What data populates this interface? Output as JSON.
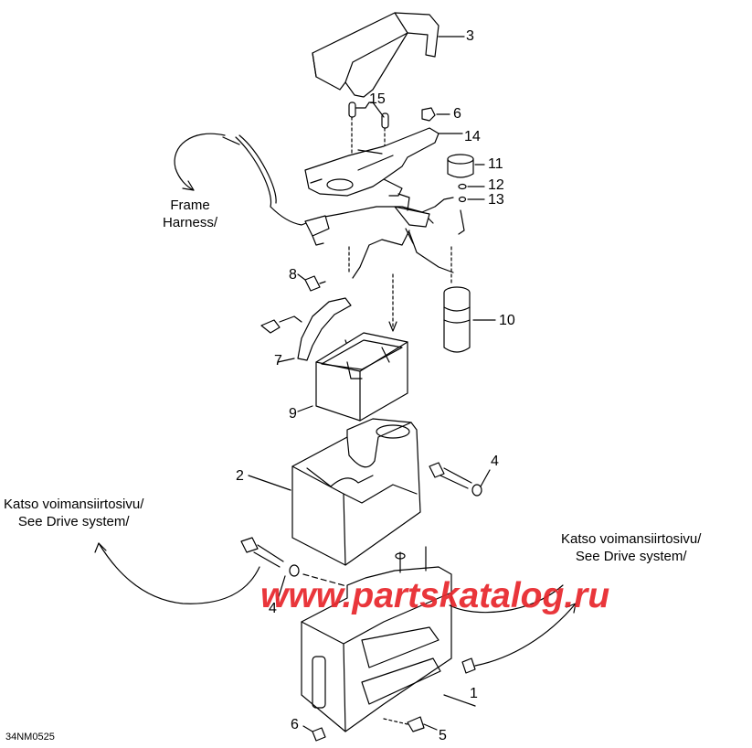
{
  "callouts": [
    "1",
    "2",
    "3",
    "4",
    "4",
    "5",
    "6",
    "6",
    "7",
    "8",
    "9",
    "10",
    "11",
    "12",
    "13",
    "14",
    "15"
  ],
  "notes": {
    "frame_harness": [
      "Frame",
      "Harness/"
    ],
    "drive_left": [
      "Katso voimansiirtosivu/",
      "See Drive system/"
    ],
    "drive_right": [
      "Katso voimansiirtosivu/",
      "See Drive system/"
    ]
  },
  "watermark": "www.partskatalog.ru",
  "reference": "34NM0525",
  "colors": {
    "line": "#000000",
    "watermark": "#e8262b"
  }
}
